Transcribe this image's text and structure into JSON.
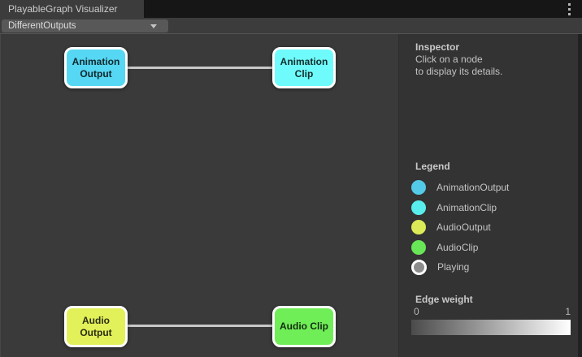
{
  "window": {
    "tab_title": "PlayableGraph Visualizer",
    "menu_icon": "kebab-menu-icon"
  },
  "toolbar": {
    "graph_dropdown": {
      "value": "DifferentOutputs",
      "arrow_icon": "dropdown-arrow-icon"
    }
  },
  "graph": {
    "edge_color": "#c8c8c8",
    "nodes": [
      {
        "label": "Animation Output",
        "color": "#56d7f3"
      },
      {
        "label": "Animation Clip",
        "color": "#6ffbfb"
      },
      {
        "label": "Audio Output",
        "color": "#e2f059"
      },
      {
        "label": "Audio Clip",
        "color": "#70ee58"
      }
    ],
    "edges": [
      {
        "from": "Animation Output",
        "to": "Animation Clip"
      },
      {
        "from": "Audio Output",
        "to": "Audio Clip"
      }
    ]
  },
  "inspector": {
    "title": "Inspector",
    "hint_line1": "Click on a node",
    "hint_line2": "to display its details."
  },
  "legend": {
    "title": "Legend",
    "items": [
      {
        "label": "AnimationOutput",
        "color": "#53cbe8"
      },
      {
        "label": "AnimationClip",
        "color": "#58eeee"
      },
      {
        "label": "AudioOutput",
        "color": "#dcea58"
      },
      {
        "label": "AudioClip",
        "color": "#69e657"
      },
      {
        "label": "Playing",
        "color": "#8c8c8c",
        "ring_color": "#ffffff"
      }
    ]
  },
  "edge_weight": {
    "title": "Edge weight",
    "min_label": "0",
    "max_label": "1",
    "gradient_start": "#4b4b4b",
    "gradient_end": "#ffffff"
  }
}
